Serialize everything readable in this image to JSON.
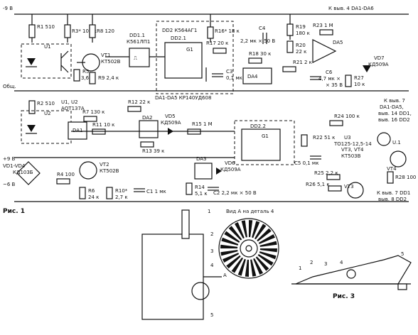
{
  "labels": {
    "vminus9": "-9 В",
    "header_right": "К выв. 4 DA1-DA6",
    "r1": "R1\n510",
    "r3": "R3* 100 к",
    "r8": "R8 120",
    "u1_ref": "U1",
    "vt1": "VT1",
    "vt1_type": "КТ502В",
    "r5": "R5",
    "r5_val": "3,6 к",
    "r9": "R9 2,4 к",
    "dd1_1": "DD1.1",
    "dd1_1_type": "К561ЛП1",
    "dd2": "DD2 К564АГ1",
    "dd2_1": "DD2.1",
    "r16": "R16* 18 к",
    "r17": "R17 20 к",
    "c4": "C4",
    "c4_val": "2,2 мк × 50 В",
    "c3": "C3",
    "c3_val": "0,1 мк",
    "r18": "R18 30 к",
    "da4": "DA4",
    "r19": "R19",
    "r19_val": "180 к",
    "r20": "R20",
    "r20_val": "22 к",
    "r23": "R23 1 М",
    "da5": "DA5",
    "r21": "R21 2 к",
    "c6": "C6",
    "c6_val": "4,7 мк ×",
    "c6_v": "× 35 В",
    "vd7": "VD7",
    "vd7_type": "КД509А",
    "r27": "R27",
    "r27_val": "10 к",
    "ref_da": "DA1-DA5 КР140УД608",
    "obshch": "Общ.",
    "r2": "R2 510",
    "u2": "U2",
    "u1u2": "U1, U2",
    "u1u2_type": "АОТ137А",
    "r7": "R7 130 к",
    "da1": "DA1",
    "r12": "R12 22 к",
    "vd5": "VD5",
    "vd5_type": "КД509А",
    "r11": "R11 10 к",
    "da2": "DA2",
    "r13": "R13 39 к",
    "r15": "R15 1 М",
    "dd2_2": "DD2.2",
    "r24": "R24 100 к",
    "k_vyv7": "К выв. 7",
    "k_da": "DA1-DA5,",
    "k_14": "выв. 14 DD1,",
    "k_16": "выв. 16 DD2",
    "r22": "R22 51 к",
    "u3": "U3",
    "u3_type": "ТО125-12,5-14",
    "vt3vt4": "VT3, VT4",
    "vt3vt4_type": "КТ503В",
    "vt4": "VT4",
    "r28": "R28 100",
    "c5": "C5 0,1 мк",
    "r25": "R25 2,2 к",
    "r26": "R26 5,1 к",
    "vt3": "VT3",
    "k_vyv": "К выв. 7 DD1",
    "k_vyv8": "выв. 8 DD2",
    "vplus9": "+9 В",
    "vd1vd4": "VD1-VD4",
    "vd1vd4_type": "КД103Б",
    "r4": "R4 100",
    "vminus6": "~6 В",
    "vt2": "VT2",
    "vt2_type": "КТ502В",
    "r6": "R6",
    "r6_val": "24 к",
    "r10": "R10*",
    "r10_val": "2,7 к",
    "c1": "C1 1 мк",
    "da3": "DA3",
    "vd6": "VD6",
    "vd6_type": "КД509А",
    "r14": "R14",
    "r14_val": "5,1 к",
    "c2": "C2 2,2 мк × 50 В",
    "fig1": "Рис. 1",
    "vid_a": "Вид А на деталь 4",
    "fig3": "Рис. 3",
    "n1": "1",
    "n2": "2",
    "n3": "3",
    "n4": "4",
    "n5": "5",
    "na": "А",
    "f3_1": "1",
    "f3_2": "2",
    "f3_3": "3",
    "f3_4": "4",
    "f3_5": "5",
    "u1": "U.1"
  }
}
